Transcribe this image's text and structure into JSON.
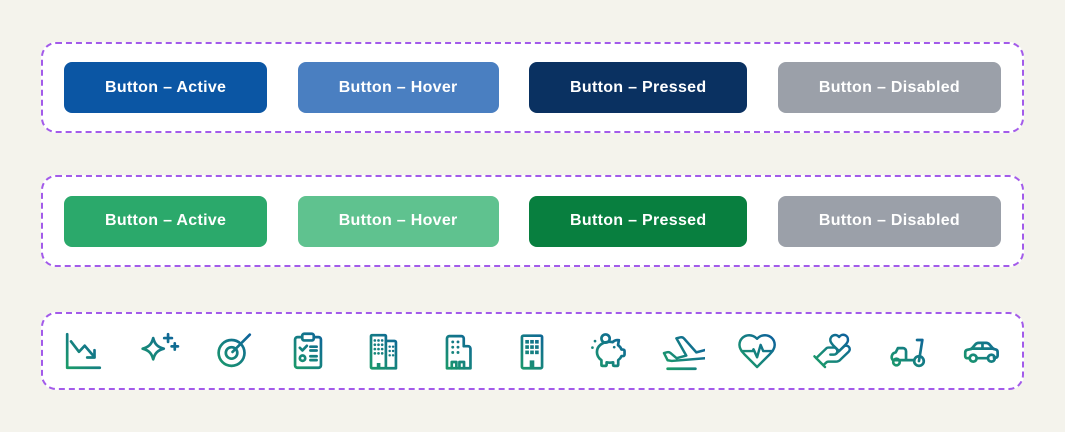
{
  "page": {
    "background_color": "#F4F3EC",
    "frame_border_color": "#A35BEA",
    "frame_background_color": "#FFFFFF"
  },
  "button_rows": [
    {
      "name": "blue-button-states",
      "buttons": [
        {
          "state": "active",
          "label": "Button – Active",
          "bg": "#0B56A4",
          "text_color": "#FFFFFF"
        },
        {
          "state": "hover",
          "label": "Button – Hover",
          "bg": "#4A7FC1",
          "text_color": "#FFFFFF"
        },
        {
          "state": "pressed",
          "label": "Button – Pressed",
          "bg": "#0A3161",
          "text_color": "#FFFFFF"
        },
        {
          "state": "disabled",
          "label": "Button – Disabled",
          "bg": "#9BA0A9",
          "text_color": "#FFFFFF"
        }
      ]
    },
    {
      "name": "green-button-states",
      "buttons": [
        {
          "state": "active",
          "label": "Button – Active",
          "bg": "#2BA96B",
          "text_color": "#FFFFFF"
        },
        {
          "state": "hover",
          "label": "Button – Hover",
          "bg": "#5FC28F",
          "text_color": "#FFFFFF"
        },
        {
          "state": "pressed",
          "label": "Button – Pressed",
          "bg": "#087F3F",
          "text_color": "#FFFFFF"
        },
        {
          "state": "disabled",
          "label": "Button – Disabled",
          "bg": "#9BA0A9",
          "text_color": "#FFFFFF"
        }
      ]
    }
  ],
  "icons": {
    "gradient": {
      "from": "#1EA75E",
      "to": "#0B57A5"
    },
    "items": [
      {
        "name": "chart-decline-icon"
      },
      {
        "name": "sparkles-icon"
      },
      {
        "name": "target-arrow-icon"
      },
      {
        "name": "clipboard-checklist-icon"
      },
      {
        "name": "office-buildings-icon"
      },
      {
        "name": "building-entrance-icon"
      },
      {
        "name": "apartment-building-icon"
      },
      {
        "name": "piggy-bank-icon"
      },
      {
        "name": "airplane-departure-icon"
      },
      {
        "name": "heart-pulse-icon"
      },
      {
        "name": "hand-heart-icon"
      },
      {
        "name": "scooter-icon"
      },
      {
        "name": "car-icon"
      }
    ]
  }
}
